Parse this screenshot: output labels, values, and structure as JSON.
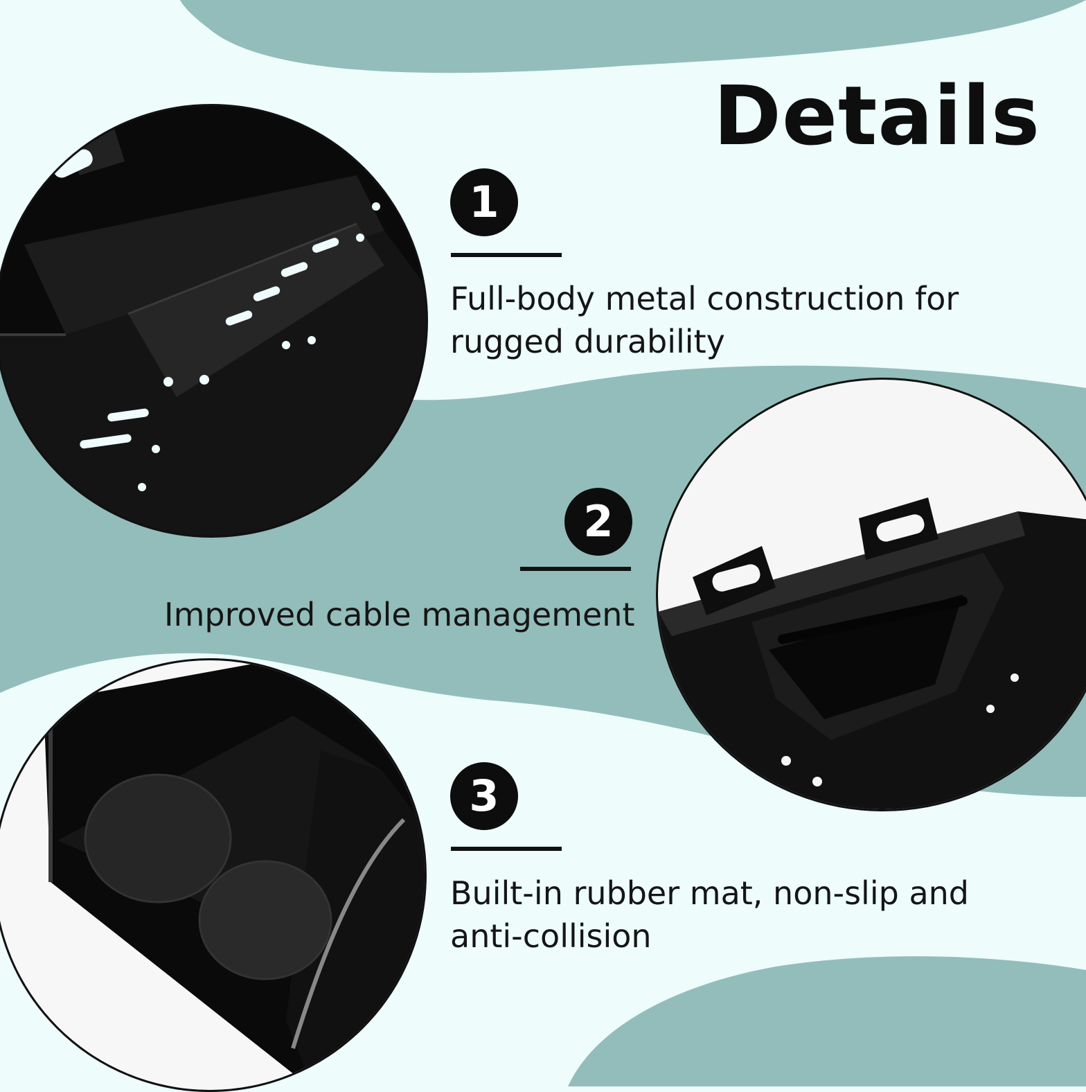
{
  "page": {
    "title": "Details",
    "colors": {
      "background": "#eefcfc",
      "accent": "#93bdba",
      "text": "#111111"
    }
  },
  "features": [
    {
      "number": "1",
      "text": "Full-body metal construction for rugged durability",
      "image": "metal-frame-photo"
    },
    {
      "number": "2",
      "text": "Improved cable management",
      "image": "cable-slot-photo"
    },
    {
      "number": "3",
      "text": "Built-in rubber mat, non-slip and anti-collision",
      "image": "rubber-mat-photo"
    }
  ]
}
